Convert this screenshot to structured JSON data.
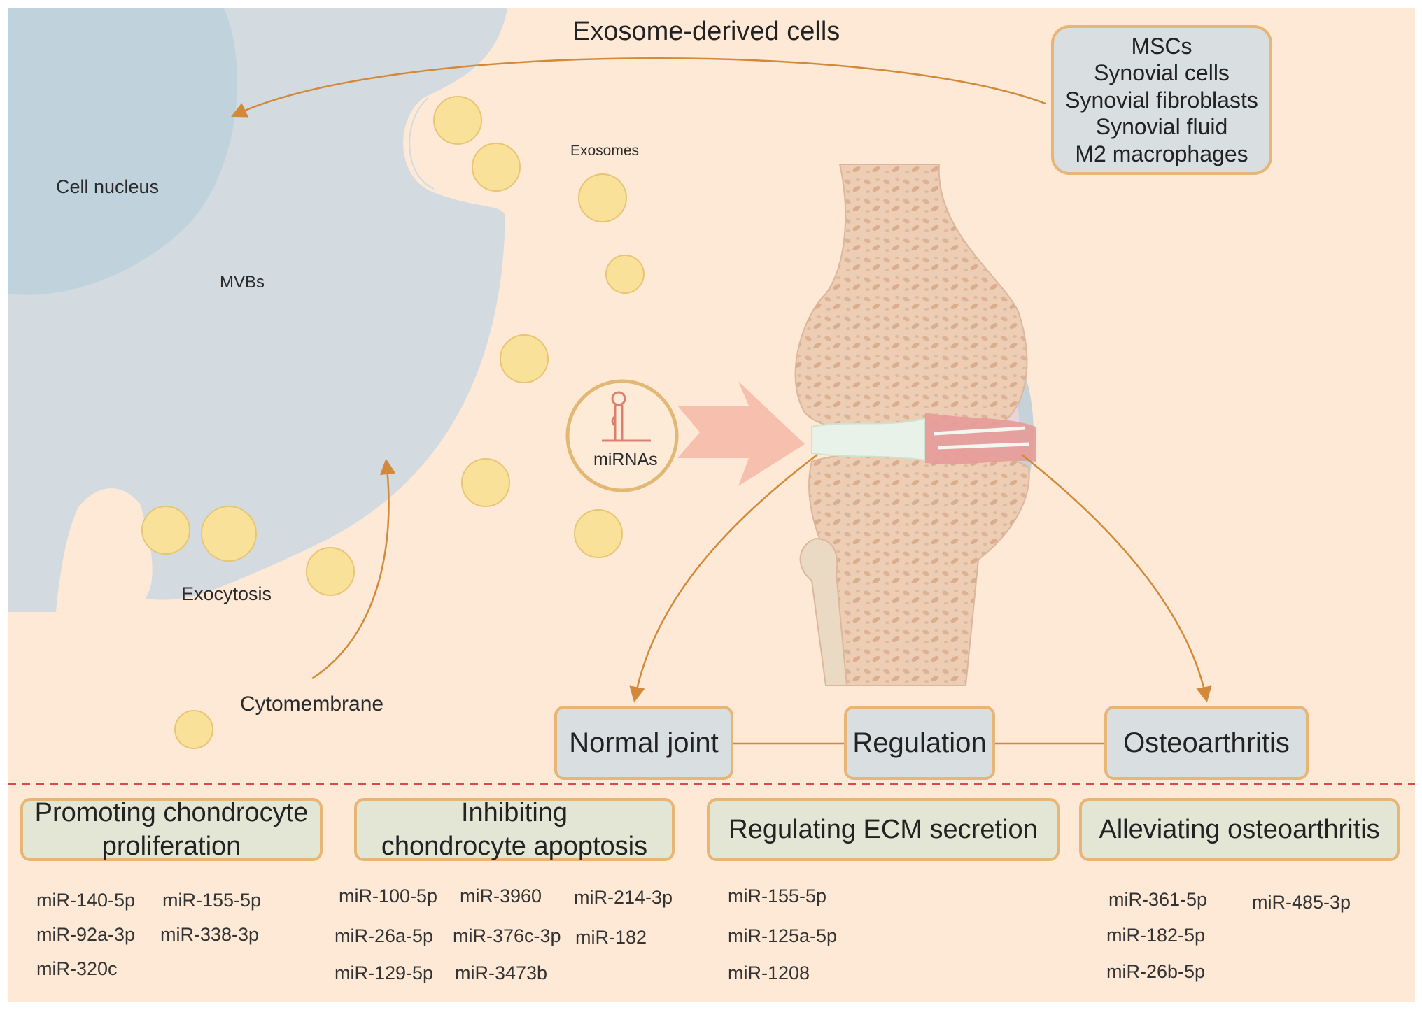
{
  "title": "Exosome-derived cells",
  "sources": [
    "MSCs",
    "Synovial cells",
    "Synovial fibroblasts",
    "Synovial fluid",
    "M2 macrophages"
  ],
  "labels": {
    "nucleus": "Cell nucleus",
    "mvbs": "MVBs",
    "exosomes": "Exosomes",
    "mirnas": "miRNAs",
    "exocytosis": "Exocytosis",
    "cytomembrane": "Cytomembrane"
  },
  "outcomes": {
    "normal": "Normal joint",
    "regulation": "Regulation",
    "oa": "Osteoarthritis"
  },
  "categories": [
    {
      "title_lines": [
        "Promoting chondrocyte",
        "proliferation"
      ],
      "mirnas": [
        "miR-140-5p",
        "miR-155-5p",
        "miR-92a-3p",
        "miR-338-3p",
        "miR-320c"
      ]
    },
    {
      "title_lines": [
        "Inhibiting",
        "chondrocyte apoptosis"
      ],
      "mirnas": [
        "miR-100-5p",
        "miR-3960",
        "miR-214-3p",
        "miR-26a-5p",
        "miR-376c-3p",
        "miR-182",
        "miR-129-5p",
        "miR-3473b"
      ]
    },
    {
      "title_lines": [
        "Regulating ECM secretion"
      ],
      "mirnas": [
        "miR-155-5p",
        "miR-125a-5p",
        "miR-1208"
      ]
    },
    {
      "title_lines": [
        "Alleviating osteoarthritis"
      ],
      "mirnas": [
        "miR-361-5p",
        "miR-485-3p",
        "miR-182-5p",
        "miR-26b-5p"
      ]
    }
  ],
  "colors": {
    "background": "#fde9d6",
    "cell": "#d3dae0",
    "nucleus": "#c0d3dd",
    "vesicle": "#fae19a",
    "arrow": "#d28a3a",
    "box_border": "#e7b676",
    "divider": "#d94a4a"
  }
}
